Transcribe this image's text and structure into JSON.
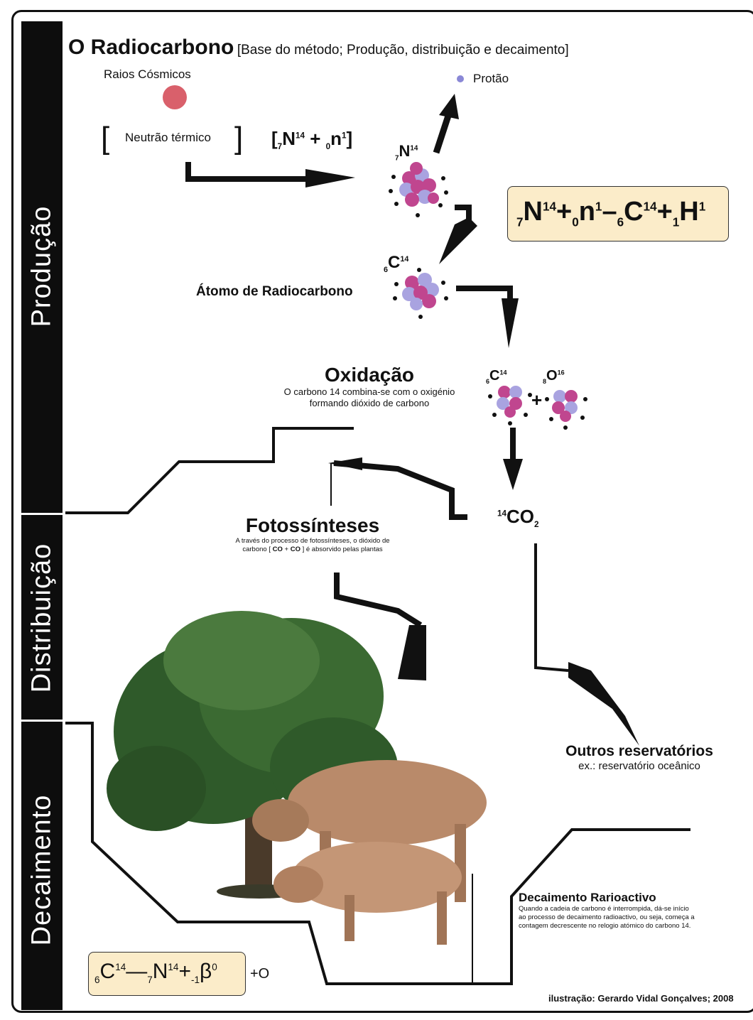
{
  "title": "O Radiocarbono",
  "subtitle": "[Base do método; Produção, distribuição e decaimento]",
  "sections": [
    "Produção",
    "Distribuição",
    "Decaimento"
  ],
  "cosmic_rays_label": "Raios Cósmicos",
  "proton_label": "Protão",
  "thermal_neutron_label": "Neutrão térmico",
  "n14": {
    "symbol": "N",
    "mass": "14",
    "number": "7"
  },
  "c14": {
    "symbol": "C",
    "mass": "14",
    "number": "6"
  },
  "o16": {
    "symbol": "O",
    "mass": "16",
    "number": "8"
  },
  "neutron": {
    "symbol": "n",
    "mass": "1",
    "number": "0"
  },
  "hydrogen": {
    "symbol": "H",
    "mass": "1",
    "number": "1"
  },
  "beta": {
    "symbol": "β",
    "mass": "0",
    "number": "-1"
  },
  "radiocarbon_atom_label": "Átomo de Radiocarbono",
  "oxidation": {
    "title": "Oxidação",
    "line1": "O carbono 14 combina-se com o oxigénio",
    "line2": "formando dióxido de carbono"
  },
  "co2": {
    "mass": "14",
    "formula": "CO",
    "subscript": "2"
  },
  "photosynthesis": {
    "title": "Fotossínteses",
    "line1": "A través do processo de fotossínteses, o dióxido de",
    "line2_a": "carbono [",
    "co_a": "CO",
    "plus": "+",
    "co_b": "CO",
    "line2_b": "] é absorvido pelas plantas"
  },
  "reservoirs": {
    "title": "Outros reservatórios",
    "subtitle": "ex.: reservatório oceânico"
  },
  "decay": {
    "title": "Decaimento Rarioactivo",
    "line1": "Quando a cadeia de carbono é interrompida, dá-se início",
    "line2": "ao processo de decaimento radioactivo, ou seja, começa a",
    "line3": "contagem decrescente no relogio atómico do carbono 14."
  },
  "decay_equation_tail": "+O",
  "credit": "ilustração: Gerardo Vidal Gonçalves; 2008",
  "colors": {
    "cosmic_ray": "#d9606b",
    "proton": "#8a88d6",
    "nucleus_magenta": "#c0468f",
    "nucleus_lilac": "#a9a3e0",
    "equation_box": "#fbecc9",
    "sidebar": "#0d0d0d"
  }
}
